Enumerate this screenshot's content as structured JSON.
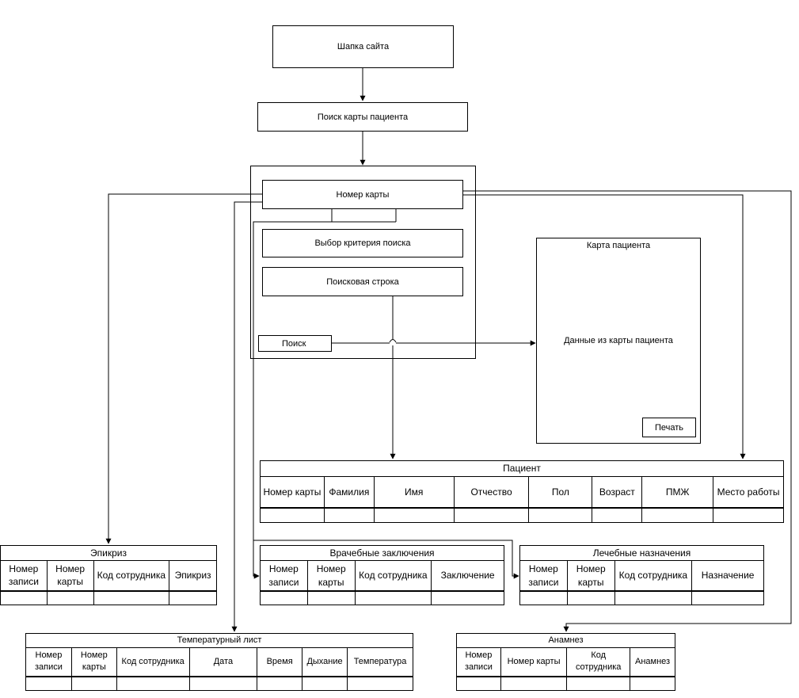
{
  "header": {
    "label": "Шапка сайта"
  },
  "search_patient_card": {
    "label": "Поиск карты пациента"
  },
  "search_panel": {
    "card_number": "Номер карты",
    "criteria": "Выбор критерия поиска",
    "search_line": "Поисковая строка",
    "search_button": "Поиск"
  },
  "patient_card": {
    "title": "Карта пациента",
    "content": "Данные из карты пациента",
    "print_button": "Печать"
  },
  "tables": {
    "patient": {
      "title": "Пациент",
      "columns": [
        "Номер карты",
        "Фамилия",
        "Имя",
        "Отчество",
        "Пол",
        "Возраст",
        "ПМЖ",
        "Место работы"
      ]
    },
    "epicrisis": {
      "title": "Эпикриз",
      "columns": [
        "Номер записи",
        "Номер карты",
        "Код сотрудника",
        "Эпикриз"
      ]
    },
    "doctor_conclusions": {
      "title": "Врачебные заключения",
      "columns": [
        "Номер записи",
        "Номер карты",
        "Код сотрудника",
        "Заключение"
      ]
    },
    "treatment_orders": {
      "title": "Лечебные назначения",
      "columns": [
        "Номер записи",
        "Номер карты",
        "Код сотрудника",
        "Назначение"
      ]
    },
    "temperature_sheet": {
      "title": "Температурный лист",
      "columns": [
        "Номер записи",
        "Номер карты",
        "Код сотрудника",
        "Дата",
        "Время",
        "Дыхание",
        "Температура"
      ]
    },
    "anamnesis": {
      "title": "Анамнез",
      "columns": [
        "Номер записи",
        "Номер карты",
        "Код сотрудника",
        "Анамнез"
      ]
    }
  }
}
